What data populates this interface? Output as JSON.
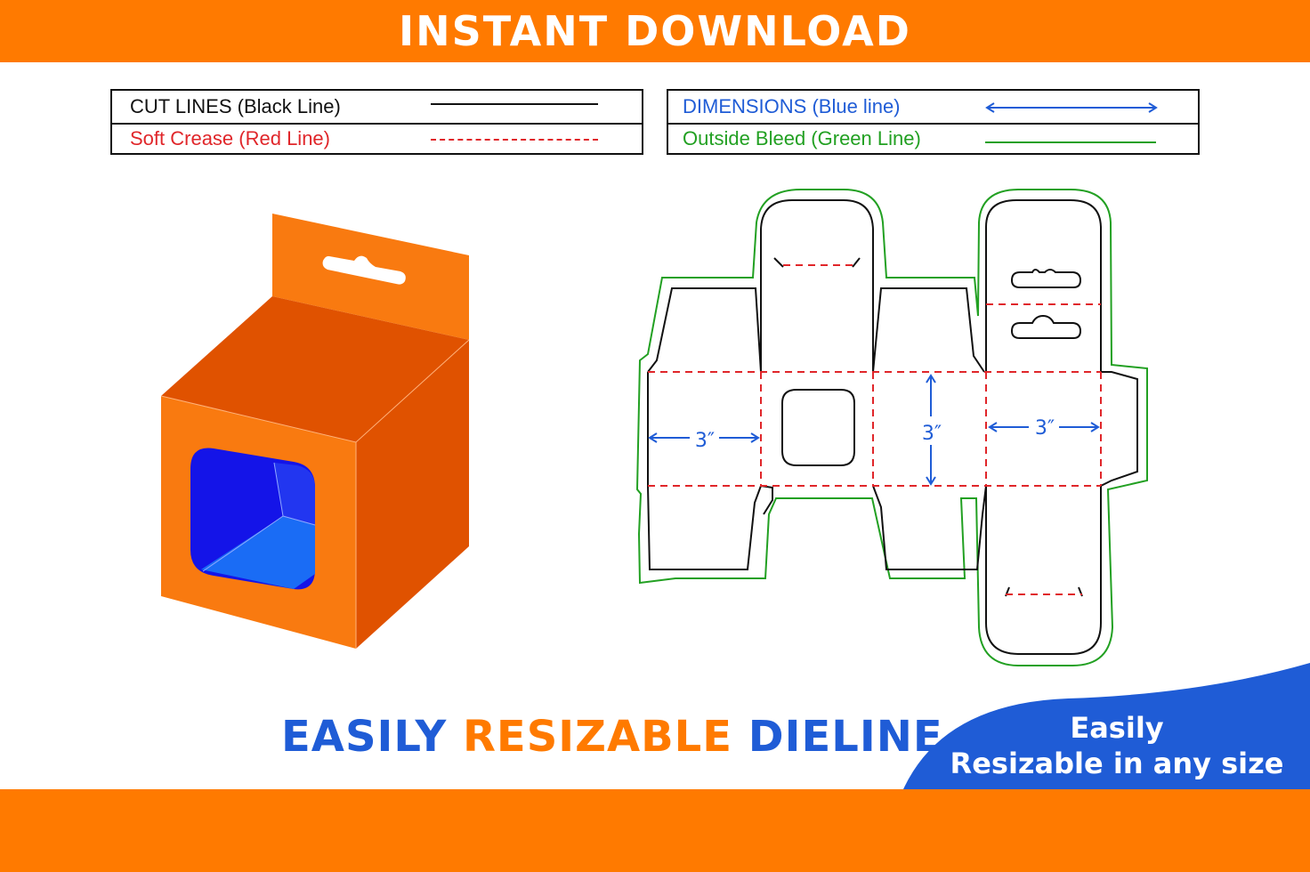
{
  "banner": {
    "title": "INSTANT DOWNLOAD"
  },
  "legend": {
    "cut_lines": "CUT LINES (Black Line)",
    "soft_crease": "Soft Crease (Red Line)",
    "dimensions": "DIMENSIONS (Blue line)",
    "outside_bleed": "Outside Bleed (Green Line)"
  },
  "dieline": {
    "dim_left": "3″",
    "dim_center": "3″",
    "dim_right": "3″"
  },
  "headline": {
    "part1": "EASILY",
    "part2": "RESIZABLE",
    "part3": "DIELINE"
  },
  "corner_badge": {
    "line1": "Easily",
    "line2": "Resizable in any size"
  },
  "colors": {
    "orange": "#ff7a00",
    "blue": "#1f5cd6",
    "cut": "#111111",
    "crease": "#e0262a",
    "dimension": "#1f5cd6",
    "bleed": "#22a022"
  }
}
